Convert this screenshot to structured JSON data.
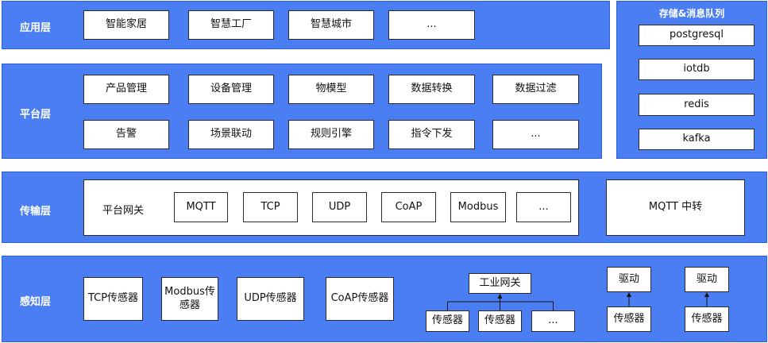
{
  "colors": {
    "layer_bg": "#4a7ef2",
    "box_bg": "#ffffff",
    "label_text": "#ffffff"
  },
  "application_layer": {
    "label": "应用层",
    "items": [
      "智能家居",
      "智慧工厂",
      "智慧城市",
      "..."
    ]
  },
  "platform_layer": {
    "label": "平台层",
    "row1": [
      "产品管理",
      "设备管理",
      "物模型",
      "数据转换",
      "数据过滤"
    ],
    "row2": [
      "告警",
      "场景联动",
      "规则引擎",
      "指令下发",
      "..."
    ]
  },
  "storage": {
    "title": "存储&消息队列",
    "items": [
      "postgresql",
      "iotdb",
      "redis",
      "kafka"
    ]
  },
  "transport_layer": {
    "label": "传输层",
    "gateway_label": "平台网关",
    "protocols": [
      "MQTT",
      "TCP",
      "UDP",
      "CoAP",
      "Modbus",
      "..."
    ],
    "relay": "MQTT 中转"
  },
  "perception_layer": {
    "label": "感知层",
    "sensors": [
      "TCP传感器",
      "Modbus传感器",
      "UDP传感器",
      "CoAP传感器"
    ],
    "industrial_gateway": "工业网关",
    "gateway_children": [
      "传感器",
      "传感器",
      "..."
    ],
    "driver_groups": [
      {
        "driver": "驱动",
        "sensor": "传感器"
      },
      {
        "driver": "驱动",
        "sensor": "传感器"
      }
    ]
  }
}
